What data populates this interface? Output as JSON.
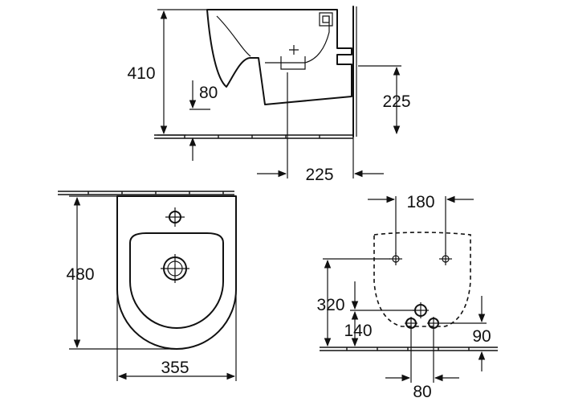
{
  "side_view": {
    "height": "410",
    "rim_offset": "80",
    "outlet_height": "225",
    "outlet_depth": "225"
  },
  "top_view": {
    "length": "480",
    "width": "355"
  },
  "fixing_view": {
    "bolt_spacing_top": "180",
    "top_bolt_height": "320",
    "lower_bolt_height": "140",
    "supply_height": "90",
    "lower_bolt_spacing": "80"
  }
}
